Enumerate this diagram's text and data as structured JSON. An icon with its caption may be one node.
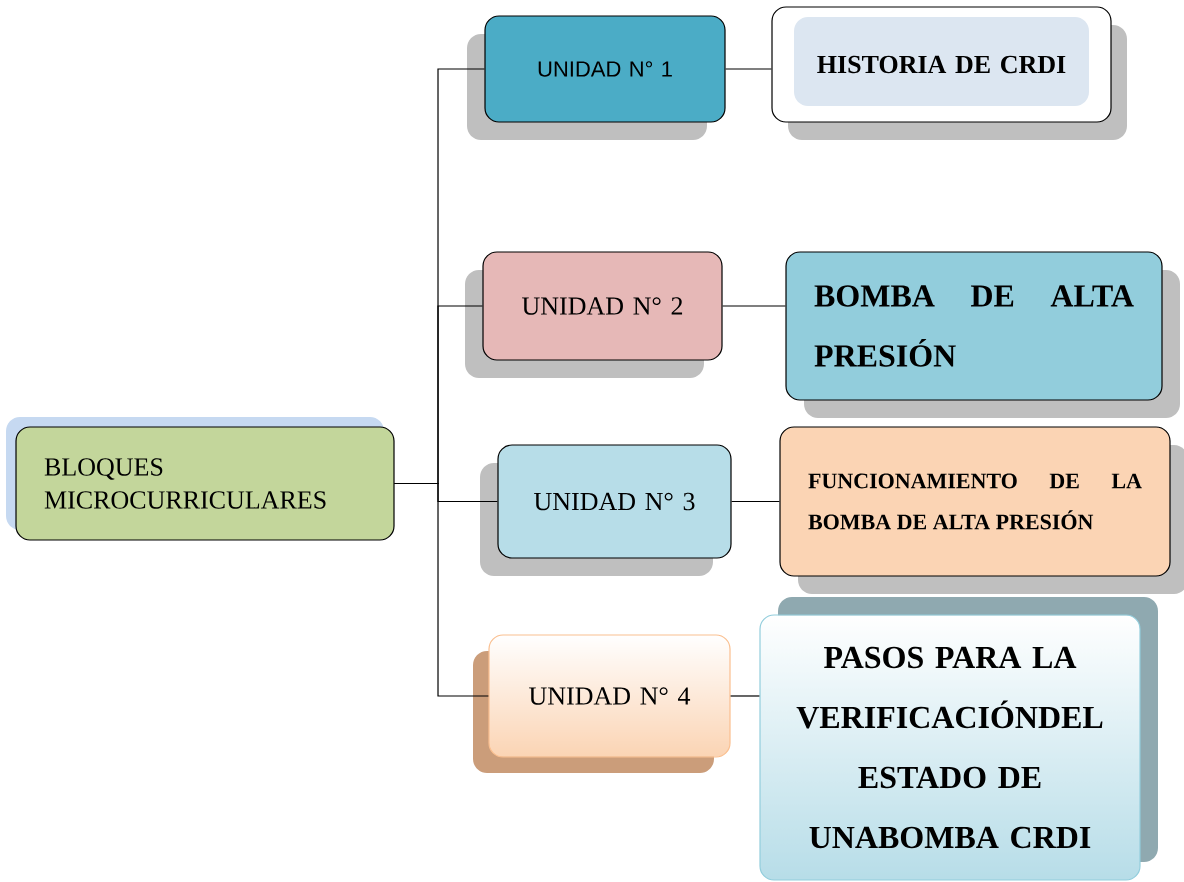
{
  "diagram": {
    "nodes": [
      {
        "text": [
          "BLOQUES MICROCURRICULARES"
        ]
      },
      {
        "text": [
          "UNIDAD N° 1"
        ]
      },
      {
        "text": [
          "HISTORIA DE CRDI"
        ]
      },
      {
        "text": [
          "UNIDAD N° 2"
        ]
      },
      {
        "text": [
          "BOMBA DE ALTA PRESIÓN"
        ]
      },
      {
        "text": [
          "UNIDAD N° 3"
        ]
      },
      {
        "text": [
          "FUNCIONAMIENTO DE LA BOMBA DE ALTA PRESIÓN"
        ]
      },
      {
        "text": [
          "UNIDAD N° 4"
        ]
      },
      {
        "text": [
          "PASOS PARA LA VERIFICACIÓNDEL ESTADO DE UNABOMBA CRDI"
        ]
      }
    ],
    "edges": [
      {
        "from": 0,
        "to": 1,
        "arrow": "none"
      },
      {
        "from": 0,
        "to": 3,
        "arrow": "none"
      },
      {
        "from": 0,
        "to": 5,
        "arrow": "none"
      },
      {
        "from": 0,
        "to": 7,
        "arrow": "none"
      },
      {
        "from": 1,
        "to": 2,
        "arrow": "none"
      },
      {
        "from": 3,
        "to": 4,
        "arrow": "none"
      },
      {
        "from": 5,
        "to": 6,
        "arrow": "none"
      },
      {
        "from": 7,
        "to": 8,
        "arrow": "none"
      }
    ]
  }
}
